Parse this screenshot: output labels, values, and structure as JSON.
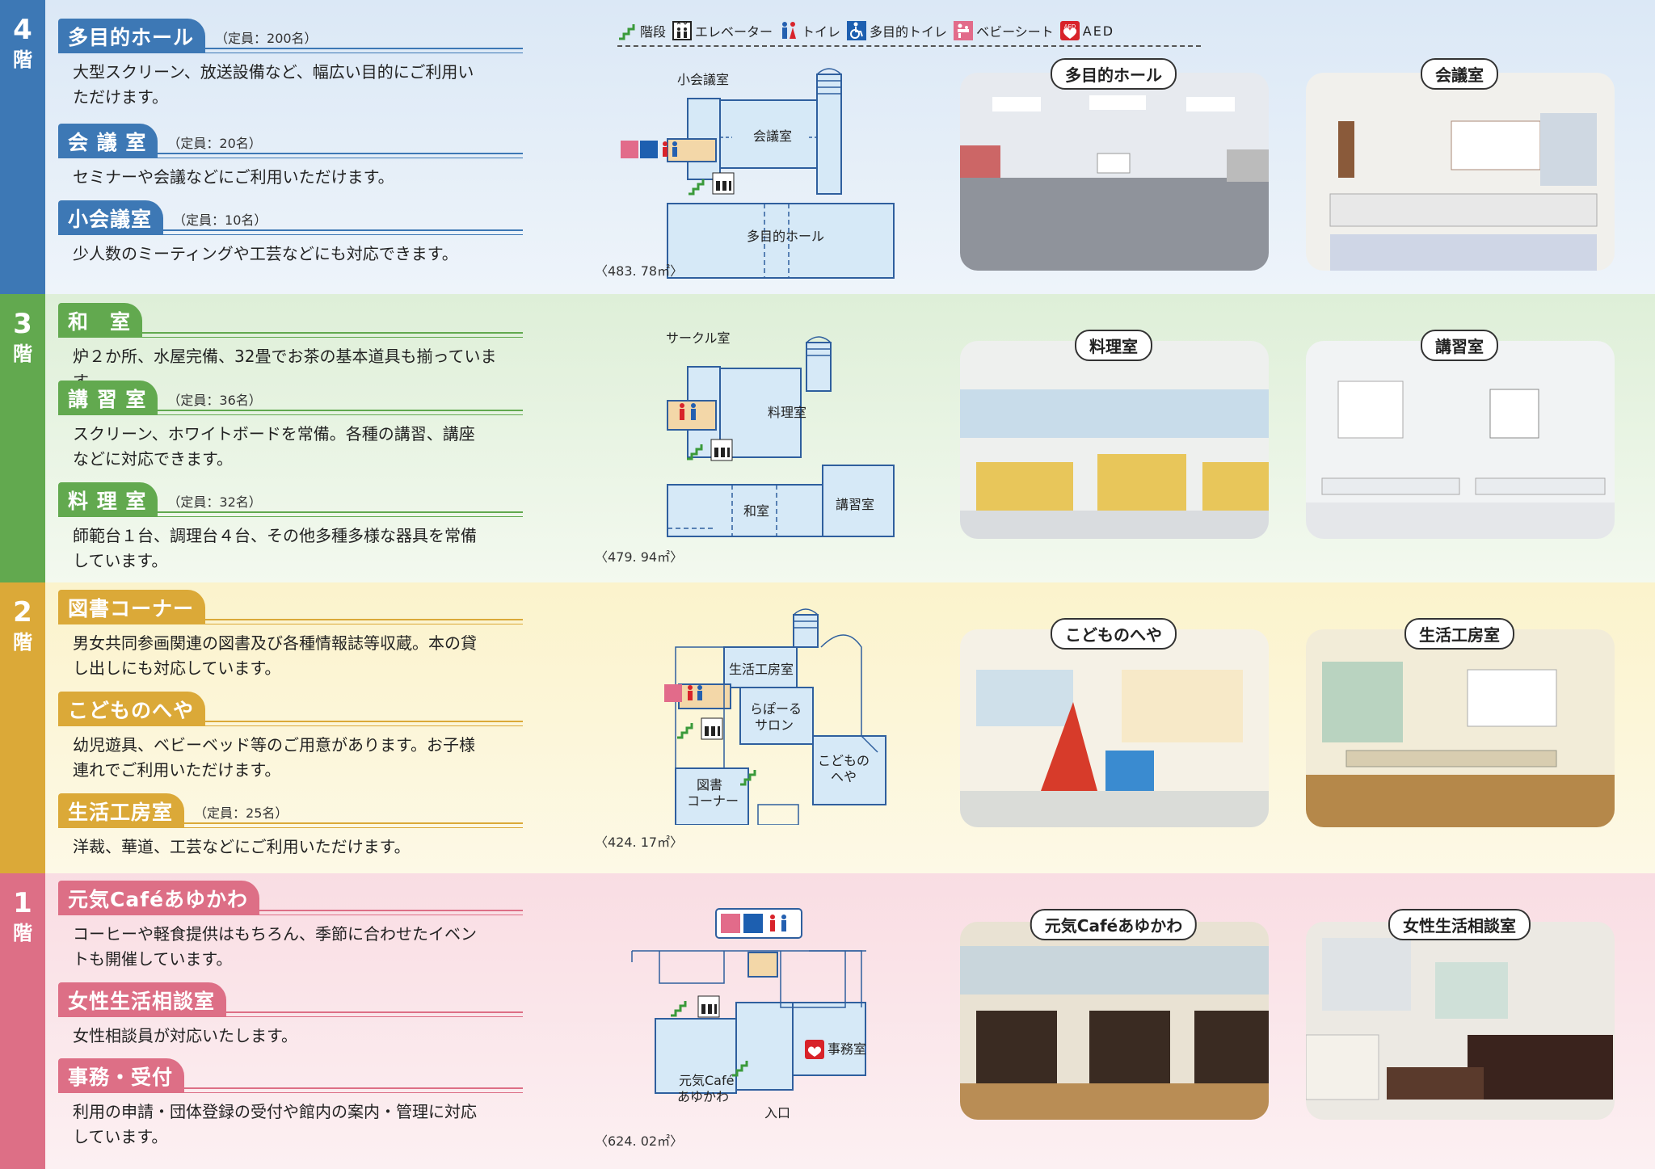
{
  "legend": [
    {
      "icon": "stairs-icon",
      "label": "階段"
    },
    {
      "icon": "elevator-icon",
      "label": "エレベーター"
    },
    {
      "icon": "toilet-icon",
      "label": "トイレ"
    },
    {
      "icon": "accessible-toilet-icon",
      "label": "多目的トイレ"
    },
    {
      "icon": "baby-seat-icon",
      "label": "ベビーシート"
    },
    {
      "icon": "aed-icon",
      "label": "AED",
      "badge": "AED"
    }
  ],
  "floors": [
    {
      "num": "4",
      "kai": "階",
      "area": "〈483. 78㎡〉",
      "rooms": [
        {
          "name": "多目的ホール",
          "capacity": "（定員：200名）",
          "desc": [
            "大型スクリーン、放送設備など、幅広い目的にご利用い",
            "ただけます。"
          ]
        },
        {
          "name": "会 議 室",
          "capacity": "（定員：20名）",
          "desc": [
            "セミナーや会議などにご利用いただけます。"
          ]
        },
        {
          "name": "小会議室",
          "capacity": "（定員：10名）",
          "desc": [
            "少人数のミーティングや工芸などにも対応できます。"
          ]
        }
      ],
      "plan": {
        "labels": [
          "小会議室",
          "会議室",
          "多目的ホール"
        ]
      },
      "photos": [
        "多目的ホール",
        "会議室"
      ]
    },
    {
      "num": "3",
      "kai": "階",
      "area": "〈479. 94㎡〉",
      "rooms": [
        {
          "name": "和　室",
          "capacity": "",
          "desc": [
            "炉２か所、水屋完備、32畳でお茶の基本道具も揃っています。"
          ]
        },
        {
          "name": "講 習 室",
          "capacity": "（定員：36名）",
          "desc": [
            "スクリーン、ホワイトボードを常備。各種の講習、講座",
            "などに対応できます。"
          ]
        },
        {
          "name": "料 理 室",
          "capacity": "（定員：32名）",
          "desc": [
            "師範台１台、調理台４台、その他多種多様な器具を常備",
            "しています。"
          ]
        }
      ],
      "plan": {
        "labels": [
          "サークル室",
          "料理室",
          "和室",
          "講習室"
        ]
      },
      "photos": [
        "料理室",
        "講習室"
      ]
    },
    {
      "num": "2",
      "kai": "階",
      "area": "〈424. 17㎡〉",
      "rooms": [
        {
          "name": "図書コーナー",
          "capacity": "",
          "desc": [
            "男女共同参画関連の図書及び各種情報誌等収蔵。本の貸",
            "し出しにも対応しています。"
          ]
        },
        {
          "name": "こどものへや",
          "capacity": "",
          "desc": [
            "幼児遊具、ベビーベッド等のご用意があります。お子様",
            "連れでご利用いただけます。"
          ]
        },
        {
          "name": "生活工房室",
          "capacity": "（定員：25名）",
          "desc": [
            "洋裁、華道、工芸などにご利用いただけます。"
          ]
        }
      ],
      "plan": {
        "labels": [
          "生活工房室",
          "らぽーる",
          "サロン",
          "図書",
          "コーナー",
          "こどもの",
          "へや"
        ]
      },
      "photos": [
        "こどものへや",
        "生活工房室"
      ]
    },
    {
      "num": "1",
      "kai": "階",
      "area": "〈624. 02㎡〉",
      "rooms": [
        {
          "name": "元気Caféあゆかわ",
          "capacity": "",
          "desc": [
            "コーヒーや軽食提供はもちろん、季節に合わせたイベン",
            "トも開催しています。"
          ]
        },
        {
          "name": "女性生活相談室",
          "capacity": "",
          "desc": [
            "女性相談員が対応いたします。"
          ]
        },
        {
          "name": "事務・受付",
          "capacity": "",
          "desc": [
            "利用の申請・団体登録の受付や館内の案内・管理に対応",
            "しています。"
          ]
        }
      ],
      "plan": {
        "labels": [
          "元気Café",
          "あゆかわ",
          "事務室",
          "入口"
        ]
      },
      "photos": [
        "元気Caféあゆかわ",
        "女性生活相談室"
      ]
    }
  ],
  "colors": {
    "floor4": "#3d78b5",
    "floor3": "#62a94f",
    "floor2": "#dba938",
    "floor1": "#dd6f86",
    "plan_fill": "#d6e9f7",
    "plan_line": "#2f5f9e"
  }
}
